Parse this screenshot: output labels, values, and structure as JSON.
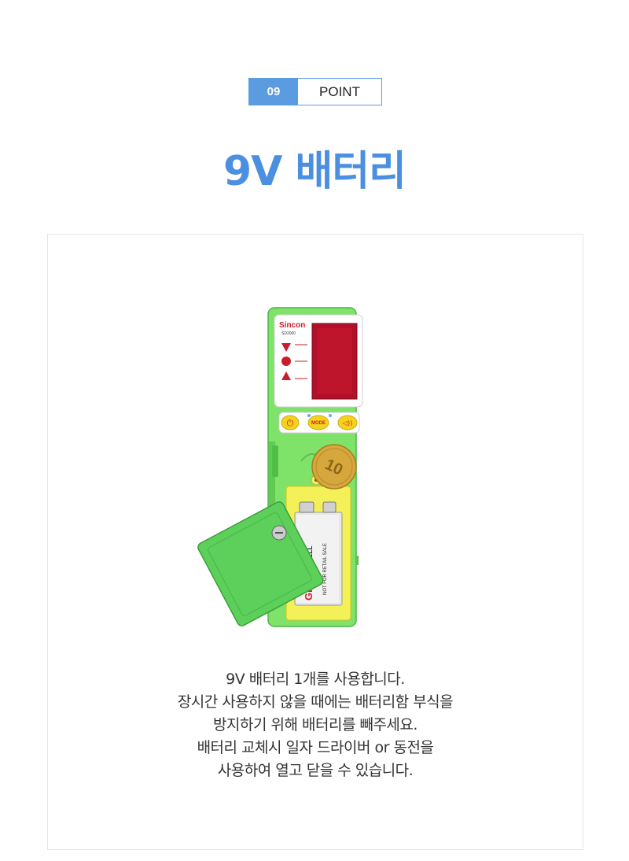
{
  "badge": {
    "number": "09",
    "label": "POINT"
  },
  "title": "9V 배터리",
  "product": {
    "brand": "Sincon",
    "model": "SD2000",
    "button_mode": "MODE",
    "battery_brand": "GP",
    "battery_name": "SUPERCELL",
    "battery_note": "NOT FOR RETAIL SALE",
    "coin_value": "10",
    "body_color": "#7fe36a",
    "cover_color": "#5cd05a",
    "display_color": "#b0102a",
    "button_color": "#f5d21c",
    "tray_color": "#f4f058"
  },
  "description": [
    "9V 배터리 1개를 사용합니다.",
    "장시간 사용하지 않을 때에는 배터리함 부식을",
    "방지하기 위해 배터리를 빼주세요.",
    "배터리 교체시 일자 드라이버 or 동전을",
    "사용하여 열고 닫을 수 있습니다."
  ],
  "colors": {
    "accent": "#5b9be0",
    "title": "#4a8fe0",
    "text": "#333333"
  }
}
